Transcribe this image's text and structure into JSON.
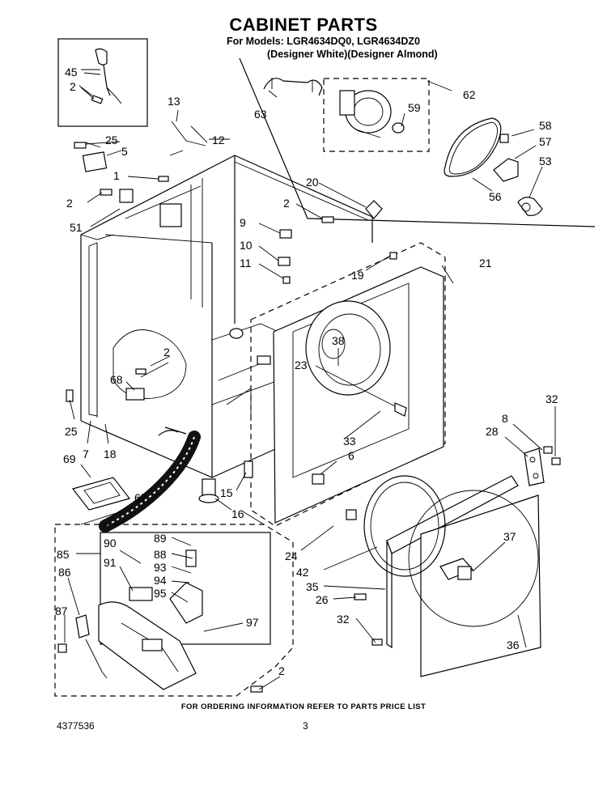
{
  "title": "CABINET PARTS",
  "models_line": "For Models: LGR4634DQ0, LGR4634DZ0",
  "colors_line": "(Designer White)(Designer Almond)",
  "footer": "FOR ORDERING INFORMATION REFER TO PARTS PRICE LIST",
  "doc_number": "4377536",
  "page_number": "3",
  "callouts": {
    "c45": "45",
    "c2a": "2",
    "c13": "13",
    "c12": "12",
    "c25a": "25",
    "c5": "5",
    "c1": "1",
    "c2b": "2",
    "c51": "51",
    "c20": "20",
    "c2c": "2",
    "c9": "9",
    "c10": "10",
    "c11": "11",
    "c19": "19",
    "c21": "21",
    "c63": "63",
    "c62": "62",
    "c59": "59",
    "c58": "58",
    "c57": "57",
    "c53": "53",
    "c56": "56",
    "c38": "38",
    "c23": "23",
    "c2d": "2",
    "c68": "68",
    "c25b": "25",
    "c7": "7",
    "c18": "18",
    "c69": "69",
    "c33": "33",
    "c6": "6",
    "c15": "15",
    "c16": "16",
    "c67": "67",
    "c32a": "32",
    "c8": "8",
    "c28": "28",
    "c37": "37",
    "c24": "24",
    "c42": "42",
    "c35": "35",
    "c26": "26",
    "c32b": "32",
    "c36": "36",
    "c85": "85",
    "c90": "90",
    "c89": "89",
    "c88": "88",
    "c91": "91",
    "c93": "93",
    "c94": "94",
    "c95": "95",
    "c86": "86",
    "c87": "87",
    "c97": "97",
    "c2e": "2"
  }
}
